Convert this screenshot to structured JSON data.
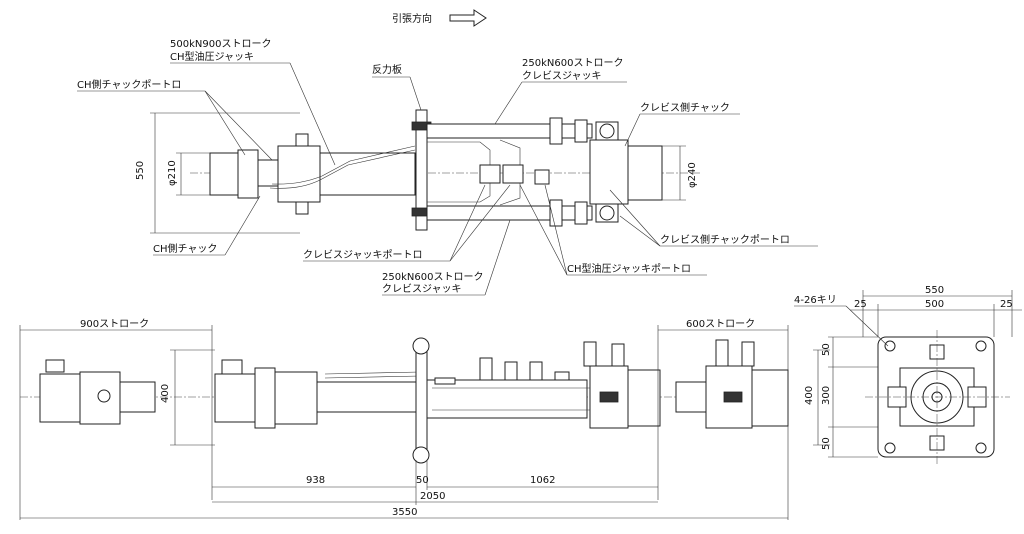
{
  "header": {
    "pull_direction": "引張方向"
  },
  "callouts": {
    "main_jack_top": "500kN900ストローク",
    "main_jack_bottom": "CH型油圧ジャッキ",
    "ch_chuck_port": "CH側チャックポートロ",
    "reaction_plate": "反力板",
    "clevis_jack_top_1": "250kN600ストローク",
    "clevis_jack_top_2": "クレビスジャッキ",
    "clevis_chuck": "クレビス側チャック",
    "ch_chuck": "CH側チャック",
    "clevis_jack_port": "クレビスジャッキポートロ",
    "ch_jack_port": "CH型油圧ジャッキポートロ",
    "clevis_chuck_port": "クレビス側チャックポートロ",
    "clevis_jack_bottom_1": "250kN600ストローク",
    "clevis_jack_bottom_2": "クレビスジャッキ"
  },
  "dimensions": {
    "d550_left": "550",
    "dia210": "φ210",
    "dia240": "φ240",
    "stroke900": "900ストローク",
    "stroke600": "600ストローク",
    "d400_left": "400",
    "d938": "938",
    "d50_mid": "50",
    "d1062": "1062",
    "d2050": "2050",
    "d3550": "3550",
    "end_550": "550",
    "end_25_left": "25",
    "end_500": "500",
    "end_25_right": "25",
    "holes": "4-26キリ",
    "end_50_top": "50",
    "end_300": "300",
    "end_50_bottom": "50",
    "end_400": "400"
  }
}
